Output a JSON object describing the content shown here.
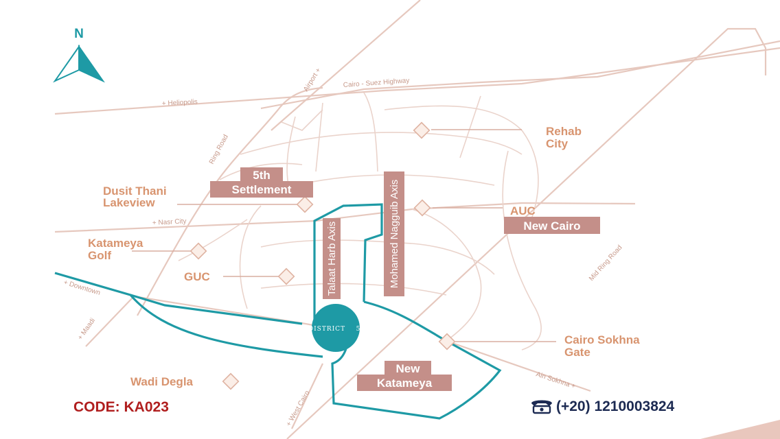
{
  "compass": {
    "letter": "N",
    "icon": "north-arrow-icon"
  },
  "roads": {
    "heliopolis": "+ Heliopolis",
    "airport": "Airport +",
    "cairo_suez": "Cairo - Suez Highway",
    "ring_road": "Ring Road",
    "nasr_city": "+ Nasr City",
    "downtown": "+ Downtown",
    "maadi": "+ Maadi",
    "mid_ring": "Mid Ring Road",
    "ain_sokhna": "Ain Sokhna +",
    "west_cairo": "+ West Cairo"
  },
  "axes": {
    "talaat": "Talaat Harb Axis",
    "naguib": "Mohamed Nagguib Axis"
  },
  "places": {
    "rehab_1": "Rehab",
    "rehab_2": "City",
    "dusit_1": "Dusit Thani",
    "dusit_2": "Lakeview",
    "katameya_golf_1": "Katameya",
    "katameya_golf_2": "Golf",
    "guc": "GUC",
    "auc": "AUC",
    "sokhna_gate_1": "Cairo Sokhna",
    "sokhna_gate_2": "Gate",
    "wadi_degla": "Wadi Degla"
  },
  "boxes": {
    "fifth_1": "5th",
    "fifth_2": "Settlement",
    "new_cairo": "New Cairo",
    "new_katameya_1": "New",
    "new_katameya_2": "Katameya"
  },
  "project": {
    "name": "DISTRICT",
    "number": "5"
  },
  "footer": {
    "code": "CODE: KA023",
    "phone": "(+20) 1210003824",
    "phone_icon": "telephone-icon"
  },
  "colors": {
    "teal": "#1e9aa5",
    "road": "#e6c8be",
    "box": "#c48f89",
    "label": "#d8946f",
    "code": "#b01e1e",
    "phone": "#1c2a52"
  }
}
